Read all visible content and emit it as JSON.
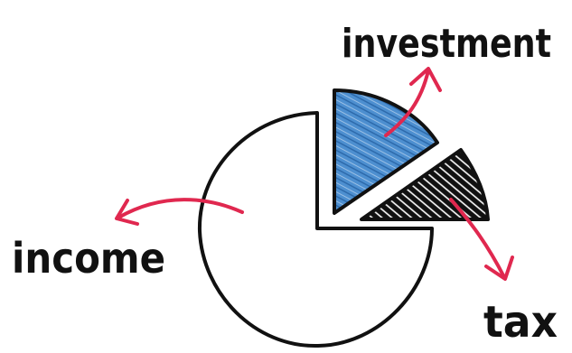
{
  "labels": {
    "investment": "investment",
    "income": "income",
    "tax": "tax"
  },
  "colors": {
    "outline": "#111111",
    "investment_fill": "#3a7fc4",
    "tax_fill": "#1a1a1a",
    "arrow": "#e0284f",
    "background": "#ffffff"
  }
}
